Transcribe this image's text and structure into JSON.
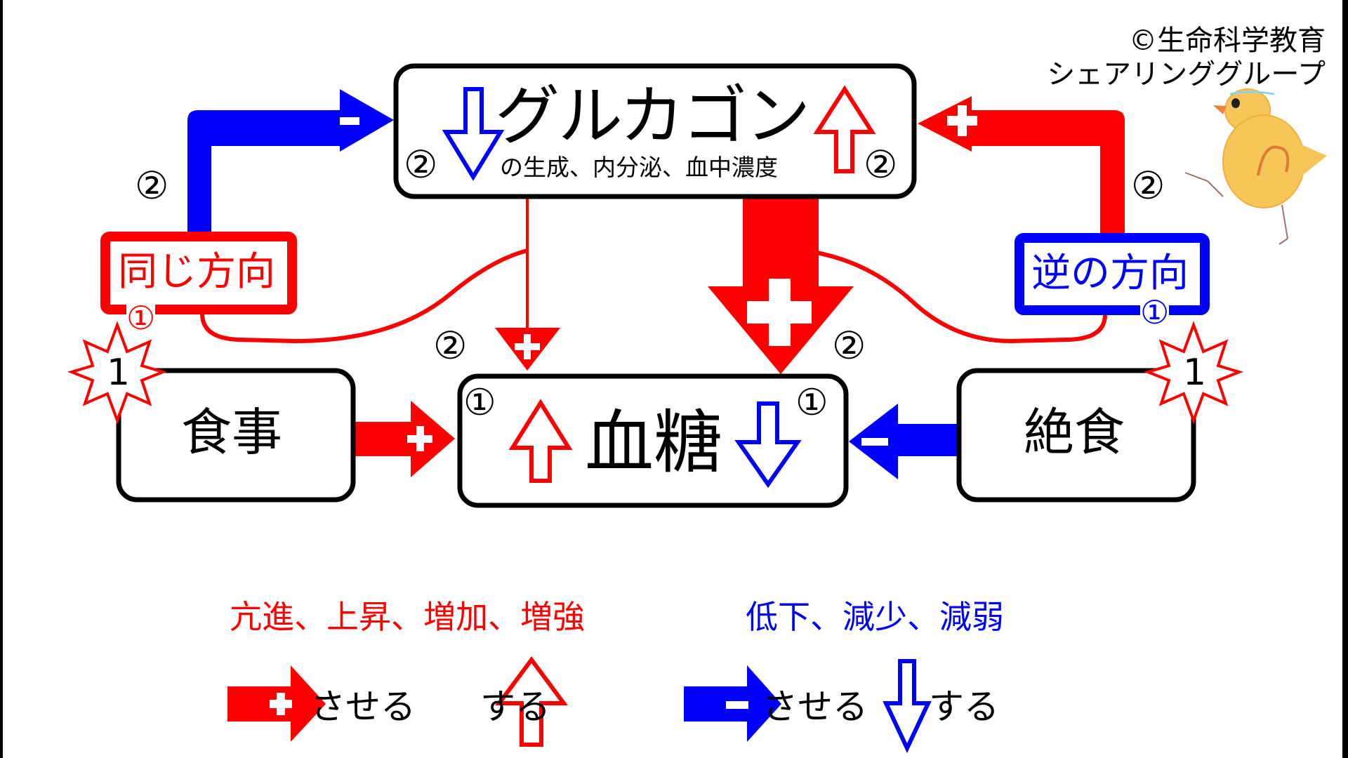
{
  "colors": {
    "increase": "#ff0000",
    "decrease": "#0000ff",
    "text": "#000000",
    "box_border": "#000000"
  },
  "copyright": {
    "line1": "©生命科学教育",
    "line2": "シェアリンググループ"
  },
  "mascot": {
    "icon": "chick-illustration-icon"
  },
  "nodes": {
    "glucagon": {
      "title": "グルカゴン",
      "subtitle": "の生成、内分泌、血中濃度",
      "left_marker": "②",
      "right_marker": "②",
      "left_arrow": "hollow-down-arrow-icon",
      "right_arrow": "hollow-up-arrow-icon"
    },
    "blood_sugar": {
      "title": "血糖",
      "left_marker": "①",
      "right_marker": "①",
      "left_arrow": "hollow-up-arrow-icon",
      "right_arrow": "hollow-down-arrow-icon"
    },
    "meal": {
      "title": "食事",
      "burst_label": "1"
    },
    "fasting": {
      "title": "絶食",
      "burst_label": "1"
    },
    "same_direction": {
      "title": "同じ方向",
      "marker": "①"
    },
    "opposite_direction": {
      "title": "逆の方向",
      "marker": "①"
    }
  },
  "edges": [
    {
      "from": "same_direction",
      "to": "glucagon",
      "sign": "−",
      "color": "decrease",
      "step": "②"
    },
    {
      "from": "opposite_direction",
      "to": "glucagon",
      "sign": "+",
      "color": "increase",
      "step": "②"
    },
    {
      "from": "glucagon",
      "to": "blood_sugar",
      "sign": "+",
      "color": "increase",
      "step": "②",
      "weight": "thin"
    },
    {
      "from": "glucagon",
      "to": "blood_sugar",
      "sign": "+",
      "color": "increase",
      "step": "②",
      "weight": "thick"
    },
    {
      "from": "meal",
      "to": "blood_sugar",
      "sign": "+",
      "color": "increase"
    },
    {
      "from": "fasting",
      "to": "blood_sugar",
      "sign": "−",
      "color": "decrease"
    }
  ],
  "markers": {
    "left_arrow_step": "②",
    "right_arrow_step": "②",
    "thin_arrow_step": "②",
    "thick_arrow_step": "②"
  },
  "legend": {
    "increase_terms": "亢進、上昇、増加、増強",
    "decrease_terms": "低下、減少、減弱",
    "items": [
      {
        "icon": "red-plus-arrow-icon",
        "label": "させる"
      },
      {
        "icon": "hollow-red-up-arrow-icon",
        "label": "する"
      },
      {
        "icon": "blue-minus-arrow-icon",
        "label": "させる"
      },
      {
        "icon": "hollow-blue-down-arrow-icon",
        "label": "する"
      }
    ]
  }
}
